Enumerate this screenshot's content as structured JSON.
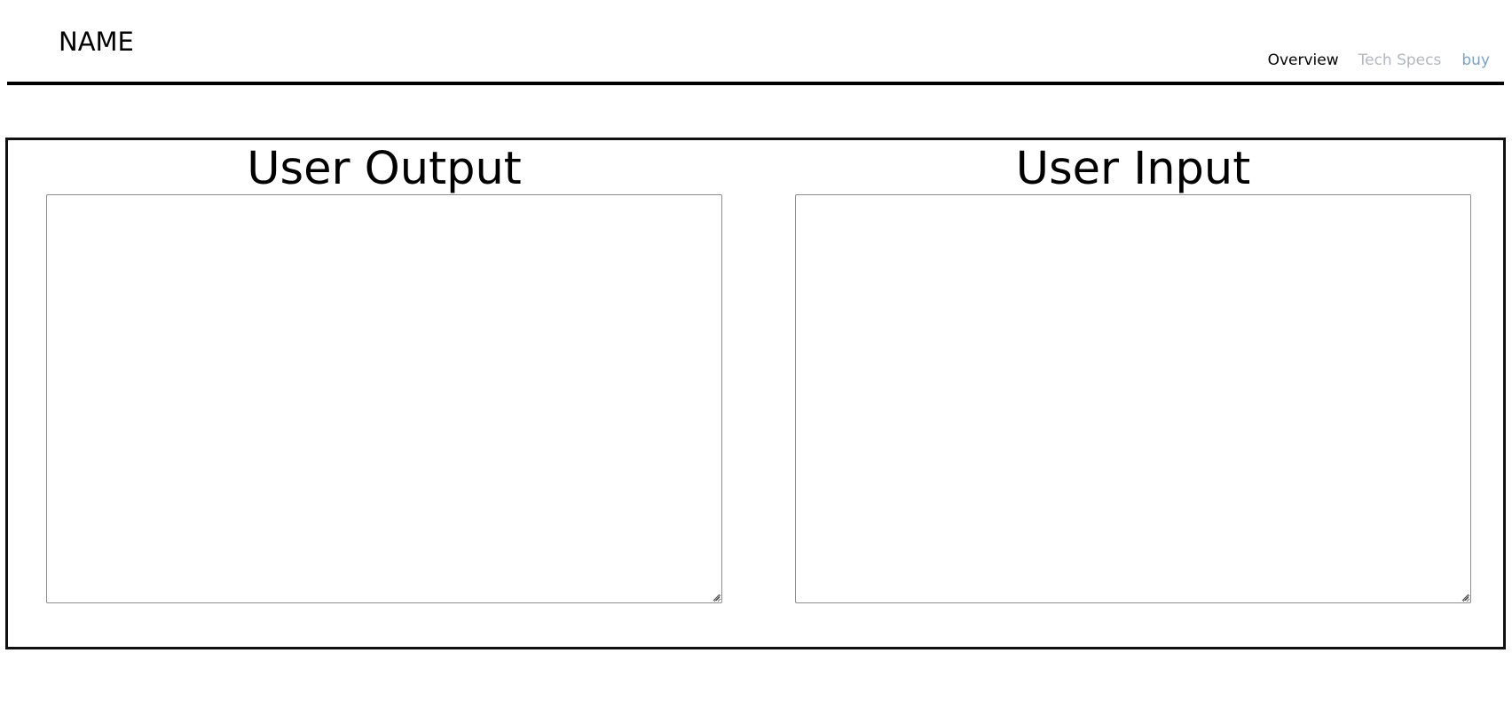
{
  "header": {
    "brand": "NAME",
    "nav": {
      "overview": "Overview",
      "tech_specs": "Tech Specs",
      "buy": "buy"
    },
    "colors": {
      "nav_active": "#000000",
      "nav_muted": "#b2b7c3",
      "nav_accent": "#7aa2c5"
    }
  },
  "main": {
    "output_title": "User Output",
    "input_title": "User Input",
    "output_value": "",
    "input_value": "",
    "output_placeholder": "",
    "input_placeholder": ""
  },
  "icons": {
    "resize": "resize-handle-icon"
  }
}
